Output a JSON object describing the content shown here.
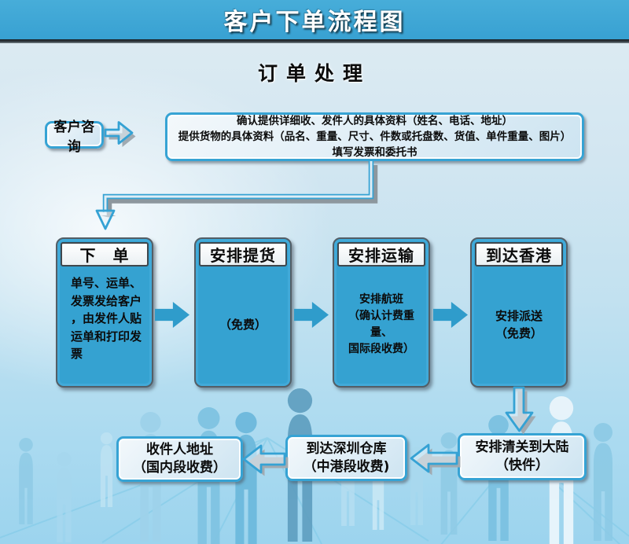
{
  "banner": {
    "title": "客户下单流程图"
  },
  "subtitle": "订单处理",
  "consult": {
    "label": "客户咨询"
  },
  "info_box": {
    "line1": "确认提供详细收、发件人的具体资料（姓名、电话、地址）",
    "line2": "提供货物的具体资料（品名、重量、尺寸、件数或托盘数、货值、单件重量、图片）",
    "line3": "填写发票和委托书"
  },
  "flow": {
    "steps": [
      {
        "header": "下　单",
        "body": "单号、运单、\n发票发给客户\n，由发件人贴\n运单和打印发\n票"
      },
      {
        "header": "安排提货",
        "body": "（免费）"
      },
      {
        "header": "安排运输",
        "body": "安排航班\n（确认计费重量、\n国际段收费）"
      },
      {
        "header": "到达香港",
        "body": "安排派送\n（免费）"
      }
    ]
  },
  "bottom": {
    "boxes": [
      {
        "label": "收件人地址\n（国内段收费）"
      },
      {
        "label": "到达深圳仓库\n（中港段收费)"
      },
      {
        "label": "安排清关到大陆\n（快件）"
      }
    ]
  },
  "icons": {
    "consult_arrow": "hollow-right-arrow",
    "step_arrow": "solid-right-arrow",
    "down_arrow": "hollow-down-arrow",
    "back_arrow": "hollow-left-arrow"
  },
  "colors": {
    "banner_blue": "#3ca6d6",
    "box_blue": "#35a2d1",
    "accent_border": "#36a3d4",
    "arrow_blue": "#2f9ccb",
    "divider_dark": "#2c343a",
    "background_top": "#dfecf3",
    "background_bottom": "#9cd4ee"
  }
}
